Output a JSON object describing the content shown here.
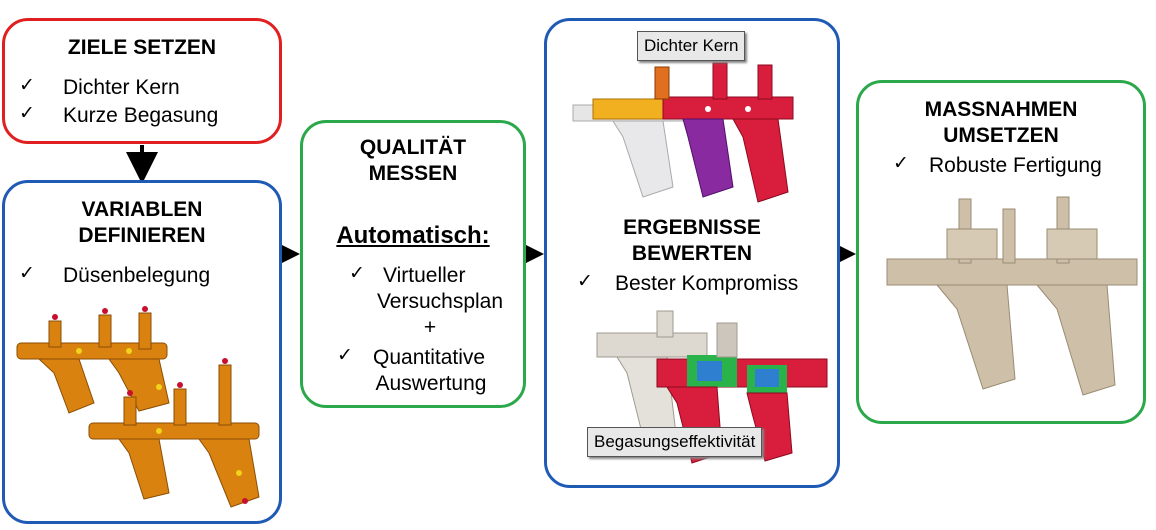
{
  "ziele": {
    "title": "ZIELE  SETZEN",
    "items": [
      "Dichter Kern",
      "Kurze Begasung"
    ]
  },
  "variablen": {
    "title_line1": "VARIABLEN",
    "title_line2": "DEFINIEREN",
    "items": [
      "Düsenbelegung"
    ]
  },
  "qualitaet": {
    "title_line1": "QUALITÄT",
    "title_line2": "MESSEN",
    "subtitle": "Automatisch:",
    "item1_line1": "Virtueller",
    "item1_line2": "Versuchsplan",
    "plus": "+",
    "item2_line1": "Quantitative",
    "item2_line2": "Auswertung"
  },
  "ergebnisse": {
    "label_top": "Dichter Kern",
    "title_line1": "ERGEBNISSE",
    "title_line2": "BEWERTEN",
    "items": [
      "Bester Kompromiss"
    ],
    "label_bottom": "Begasungseffektivität"
  },
  "massnahmen": {
    "title_line1": "MASSNAHMEN",
    "title_line2": "UMSETZEN",
    "items": [
      "Robuste Fertigung"
    ]
  },
  "check_symbol": "✓",
  "colors": {
    "red_border": "#e02020",
    "blue_border": "#1f5bb5",
    "green_border": "#2aa84a",
    "core_orange": "#d9820f",
    "core_sand": "#cdbfa8",
    "sim_red": "#d81e3c",
    "sim_green": "#29b34a",
    "sim_blue": "#2f7fd0"
  }
}
